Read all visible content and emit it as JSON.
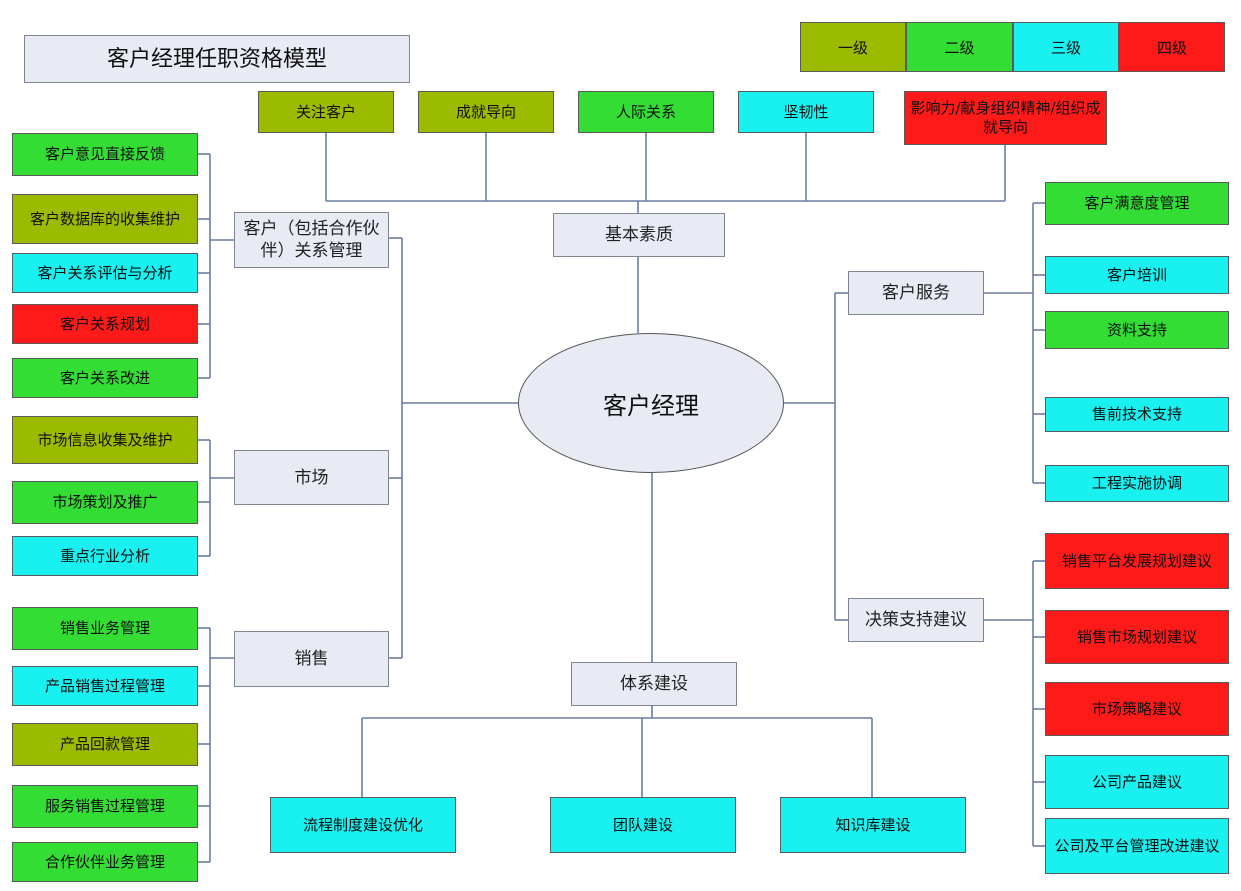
{
  "title": "客户经理任职资格模型",
  "center": "客户经理",
  "colors": {
    "level1": "#9bbb00",
    "level2": "#33dd33",
    "level3": "#19f0f0",
    "level4": "#ff1a1a",
    "category": "#e8ebf4",
    "line": "#6a7da4"
  },
  "legend": [
    "一级",
    "二级",
    "三级",
    "四级"
  ],
  "categories": {
    "basic": "基本素质",
    "relation": "客户（包括合作伙伴）关系管理",
    "market": "市场",
    "sales": "销售",
    "service": "客户服务",
    "decision": "决策支持建议",
    "system": "体系建设"
  },
  "basic_items": [
    {
      "label": "关注客户",
      "level": 1
    },
    {
      "label": "成就导向",
      "level": 1
    },
    {
      "label": "人际关系",
      "level": 2
    },
    {
      "label": "坚韧性",
      "level": 3
    },
    {
      "label": "影响力/献身组织精神/组织成就导向",
      "level": 4
    }
  ],
  "relation_items": [
    {
      "label": "客户意见直接反馈",
      "level": 2
    },
    {
      "label": "客户数据库的收集维护",
      "level": 1
    },
    {
      "label": "客户关系评估与分析",
      "level": 3
    },
    {
      "label": "客户关系规划",
      "level": 4
    },
    {
      "label": "客户关系改进",
      "level": 2
    }
  ],
  "market_items": [
    {
      "label": "市场信息收集及维护",
      "level": 1
    },
    {
      "label": "市场策划及推广",
      "level": 2
    },
    {
      "label": "重点行业分析",
      "level": 3
    }
  ],
  "sales_items": [
    {
      "label": "销售业务管理",
      "level": 2
    },
    {
      "label": "产品销售过程管理",
      "level": 3
    },
    {
      "label": "产品回款管理",
      "level": 1
    },
    {
      "label": "服务销售过程管理",
      "level": 2
    },
    {
      "label": "合作伙伴业务管理",
      "level": 2
    }
  ],
  "service_items": [
    {
      "label": "客户满意度管理",
      "level": 2
    },
    {
      "label": "客户培训",
      "level": 3
    },
    {
      "label": "资料支持",
      "level": 2
    },
    {
      "label": "售前技术支持",
      "level": 3
    },
    {
      "label": "工程实施协调",
      "level": 3
    }
  ],
  "decision_items": [
    {
      "label": "销售平台发展规划建议",
      "level": 4
    },
    {
      "label": "销售市场规划建议",
      "level": 4
    },
    {
      "label": "市场策略建议",
      "level": 4
    },
    {
      "label": "公司产品建议",
      "level": 3
    },
    {
      "label": "公司及平台管理改进建议",
      "level": 3
    }
  ],
  "system_items": [
    {
      "label": "流程制度建设优化",
      "level": 3
    },
    {
      "label": "团队建设",
      "level": 3
    },
    {
      "label": "知识库建设",
      "level": 3
    }
  ]
}
